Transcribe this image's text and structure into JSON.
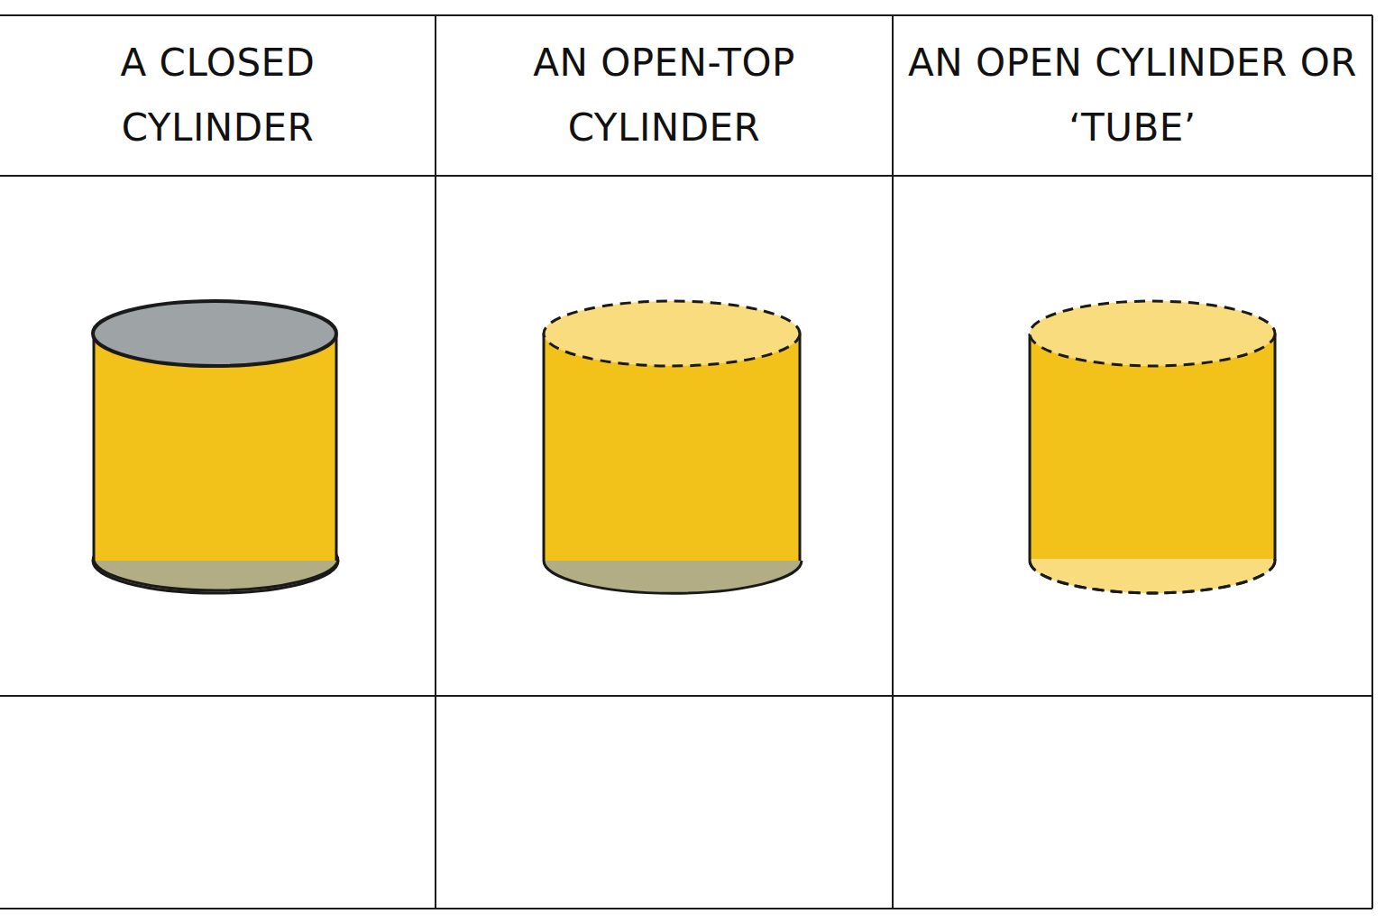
{
  "diagram": {
    "labels": [
      "A CLOSED CYLINDER",
      "AN OPEN-TOP CYLINDER",
      "AN OPEN CYLINDER OR ‘TUBE’"
    ]
  }
}
